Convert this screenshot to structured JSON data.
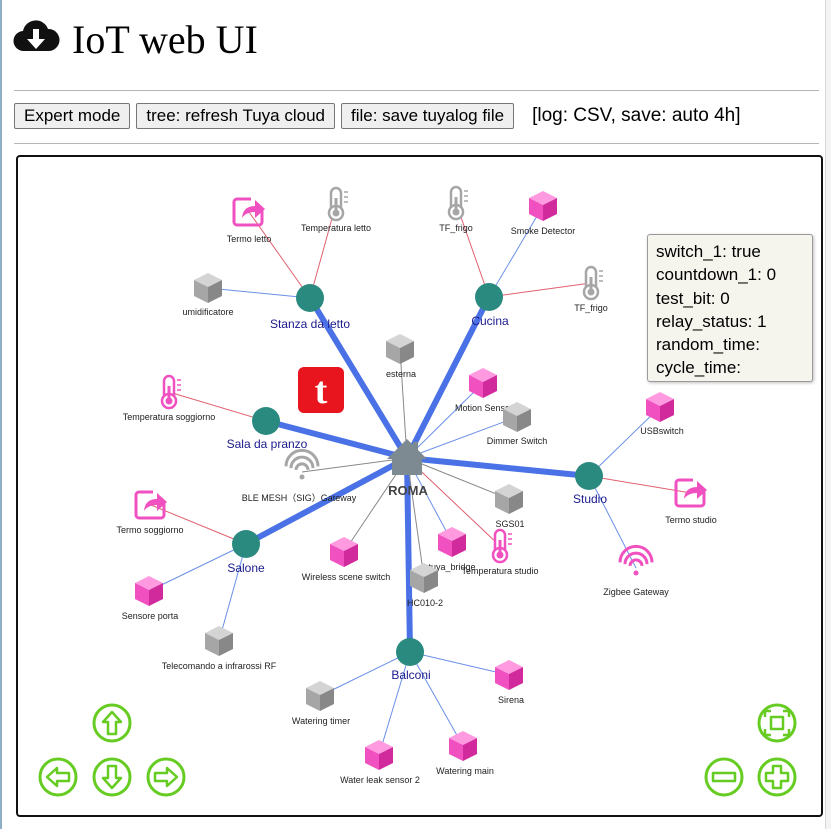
{
  "app": {
    "title": "IoT web UI",
    "logo_icon": "cloud-download-icon"
  },
  "toolbar": {
    "expert_label": "Expert mode",
    "refresh_label": "tree: refresh Tuya cloud",
    "save_label": "file: save tuyalog file",
    "status_text": "[log: CSV, save: auto 4h]"
  },
  "tooltip": {
    "lines": [
      "switch_1: true",
      "countdown_1: 0",
      "test_bit: 0",
      "relay_status: 1",
      "random_time:",
      "cycle_time:"
    ]
  },
  "graph": {
    "root": {
      "id": "roma",
      "label": "ROMA",
      "icon": "home-icon"
    },
    "rooms": [
      {
        "id": "stanza",
        "label": "Stanza da letto"
      },
      {
        "id": "cucina",
        "label": "Cucina"
      },
      {
        "id": "pranzo",
        "label": "Sala da pranzo"
      },
      {
        "id": "studio",
        "label": "Studio"
      },
      {
        "id": "salone",
        "label": "Salone"
      },
      {
        "id": "balconi",
        "label": "Balconi"
      }
    ],
    "devices": [
      {
        "id": "d1",
        "label": "Termo letto",
        "icon": "share-icon",
        "parent": "stanza"
      },
      {
        "id": "d2",
        "label": "Temperatura letto",
        "icon": "thermometer-icon",
        "parent": "stanza"
      },
      {
        "id": "d3",
        "label": "umidificatore",
        "icon": "cube-icon",
        "parent": "stanza"
      },
      {
        "id": "d4",
        "label": "TF_frigo",
        "icon": "thermometer-icon",
        "parent": "cucina"
      },
      {
        "id": "d5",
        "label": "Smoke Detector",
        "icon": "cube-icon",
        "parent": "cucina"
      },
      {
        "id": "d6",
        "label": "TF_frigo",
        "icon": "thermometer-icon",
        "parent": "cucina"
      },
      {
        "id": "d7",
        "label": "Temperatura soggiorno",
        "icon": "thermometer-icon",
        "parent": "pranzo"
      },
      {
        "id": "d8",
        "label": "USBswitch",
        "icon": "cube-icon",
        "parent": "studio"
      },
      {
        "id": "d9",
        "label": "Termo studio",
        "icon": "share-icon",
        "parent": "studio"
      },
      {
        "id": "d10",
        "label": "Zigbee Gateway",
        "icon": "wifi-icon",
        "parent": "studio"
      },
      {
        "id": "d11",
        "label": "Termo soggiorno",
        "icon": "share-icon",
        "parent": "salone"
      },
      {
        "id": "d12",
        "label": "Sensore porta",
        "icon": "cube-icon",
        "parent": "salone"
      },
      {
        "id": "d13",
        "label": "Telecomando a infrarossi RF",
        "icon": "cube-icon",
        "parent": "salone"
      },
      {
        "id": "d14",
        "label": "Watering timer",
        "icon": "cube-icon",
        "parent": "balconi"
      },
      {
        "id": "d15",
        "label": "Sirena",
        "icon": "cube-icon",
        "parent": "balconi"
      },
      {
        "id": "d16",
        "label": "Water leak sensor 2",
        "icon": "cube-icon",
        "parent": "balconi"
      },
      {
        "id": "d17",
        "label": "Watering main",
        "icon": "cube-icon",
        "parent": "balconi"
      },
      {
        "id": "d18",
        "label": "esterna",
        "icon": "cube-icon",
        "parent": "roma"
      },
      {
        "id": "d19",
        "label": "Motion Sensor",
        "icon": "cube-icon",
        "parent": "roma"
      },
      {
        "id": "d20",
        "label": "Dimmer Switch",
        "icon": "cube-icon",
        "parent": "roma"
      },
      {
        "id": "d21",
        "label": "BLE MESH（SIG）Gateway",
        "icon": "wifi-icon",
        "parent": "roma"
      },
      {
        "id": "d22",
        "label": "SGS01",
        "icon": "cube-icon",
        "parent": "roma"
      },
      {
        "id": "d23",
        "label": "Wireless scene switch",
        "icon": "cube-icon",
        "parent": "roma"
      },
      {
        "id": "d24",
        "label": "tuya_bridge",
        "icon": "cube-icon",
        "parent": "roma"
      },
      {
        "id": "d25",
        "label": "Temperatura studio",
        "icon": "thermometer-icon",
        "parent": "roma"
      },
      {
        "id": "d26",
        "label": "HC010-2",
        "icon": "cube-icon",
        "parent": "roma"
      }
    ],
    "brand_logo": {
      "icon": "tuya-logo-icon",
      "glyph": "t"
    }
  },
  "nav": {
    "up": "arrow-up-icon",
    "down": "arrow-down-icon",
    "left": "arrow-left-icon",
    "right": "arrow-right-icon",
    "fit": "fit-icon",
    "zoom_in": "zoom-in-icon",
    "zoom_out": "zoom-out-icon"
  },
  "colors": {
    "room_node": "#2a8a80",
    "trunk_edge": "#4a72e6",
    "pink_device": "#f050c0",
    "gray_device": "#a6a6a6",
    "nav_green": "#66cc22",
    "link_red": "#e06070",
    "link_blue": "#6a90e8",
    "link_gray": "#888888"
  }
}
